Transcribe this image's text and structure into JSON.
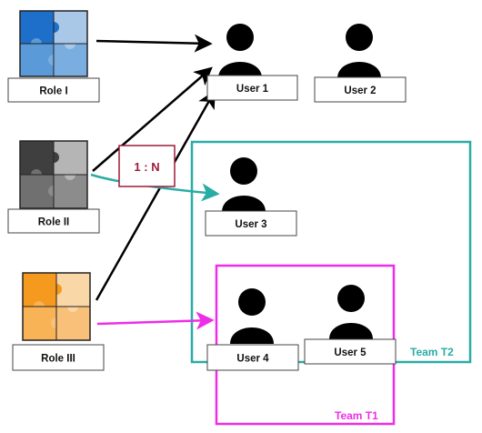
{
  "roles": [
    {
      "label": "Role I",
      "palette": [
        "#1e6fc9",
        "#5a9ad8",
        "#7aaee0",
        "#a9c8e8"
      ]
    },
    {
      "label": "Role II",
      "palette": [
        "#3f3f3f",
        "#707070",
        "#8c8c8c",
        "#b5b5b5"
      ]
    },
    {
      "label": "Role III",
      "palette": [
        "#f59a1e",
        "#f7b356",
        "#f8c078",
        "#fad7a6"
      ]
    }
  ],
  "users": [
    "User 1",
    "User 2",
    "User 3",
    "User 4",
    "User 5"
  ],
  "teams": [
    {
      "label": "Team T2",
      "color": "#2aaca6"
    },
    {
      "label": "Team T1",
      "color": "#ee2ee6"
    }
  ],
  "cardinality": {
    "label": "1 : N",
    "color": "#9e1b3b"
  },
  "arrow_colors": {
    "default": "#000000",
    "teal": "#2aaca6",
    "magenta": "#ee2ee6"
  }
}
